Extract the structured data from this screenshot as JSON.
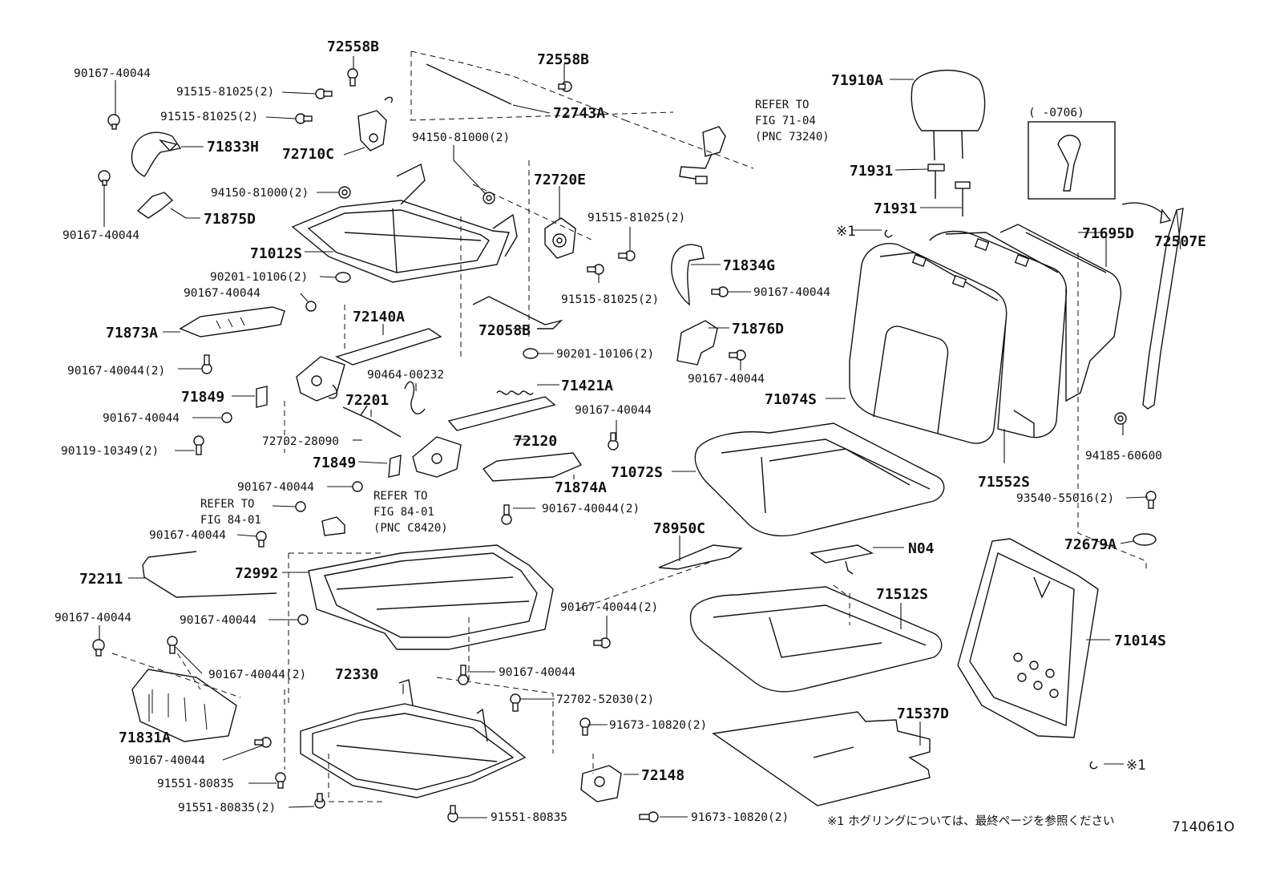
{
  "labels": {
    "p72558B_a": "72558B",
    "p72558B_b": "72558B",
    "p90167_40044_a": "90167-40044",
    "p91515_81025_2_a": "91515-81025(2)",
    "p91515_81025_2_b": "91515-81025(2)",
    "p71833H": "71833H",
    "p72710C": "72710C",
    "p72743A": "72743A",
    "p94150_81000_2_a": "94150-81000(2)",
    "p94150_81000_2_b": "94150-81000(2)",
    "p72720E": "72720E",
    "p71875D": "71875D",
    "p90167_40044_b": "90167-40044",
    "p71012S": "71012S",
    "p91515_81025_2_c": "91515-81025(2)",
    "p91515_81025_2_d": "91515-81025(2)",
    "p90201_10106_2_a": "90201-10106(2)",
    "p90167_40044_c": "90167-40044",
    "p72140A": "72140A",
    "p71873A": "71873A",
    "p72058B": "72058B",
    "p90201_10106_2_b": "90201-10106(2)",
    "p90167_40044_2_a": "90167-40044(2)",
    "p90464_00232": "90464-00232",
    "p71421A": "71421A",
    "p71849_a": "71849",
    "p72201": "72201",
    "p90167_40044_d": "90167-40044",
    "p90167_40044_e": "90167-40044",
    "p72120": "72120",
    "p90119_10349_2": "90119-10349(2)",
    "p72702_28090": "72702-28090",
    "p71849_b": "71849",
    "p71874A": "71874A",
    "p90167_40044_f": "90167-40044",
    "p90167_40044_2_b": "90167-40044(2)",
    "p90167_40044_g": "90167-40044",
    "p72211": "72211",
    "p72992": "72992",
    "p78950C": "78950C",
    "p90167_40044_h": "90167-40044",
    "p90167_40044_2_c": "90167-40044(2)",
    "p90167_40044_i": "90167-40044",
    "p90167_40044_2_d": "90167-40044(2)",
    "p90167_40044_j": "90167-40044",
    "p72330": "72330",
    "p72702_52030_2": "72702-52030(2)",
    "p71831A": "71831A",
    "p91673_10820_2_a": "91673-10820(2)",
    "p90167_40044_k": "90167-40044",
    "p72148": "72148",
    "p91551_80835_a": "91551-80835",
    "p91551_80835_2": "91551-80835(2)",
    "p91551_80835_b": "91551-80835",
    "p91673_10820_2_b": "91673-10820(2)",
    "p71910A": "71910A",
    "p71931_a": "71931",
    "p71931_b": "71931",
    "p71834G": "71834G",
    "p90167_40044_l": "90167-40044",
    "p71876D": "71876D",
    "p90167_40044_m": "90167-40044",
    "p71695D": "71695D",
    "p72507E": "72507E",
    "p71074S": "71074S",
    "p71072S": "71072S",
    "p71552S": "71552S",
    "p94185_60600": "94185-60600",
    "p93540_55016_2": "93540-55016(2)",
    "p72679A": "72679A",
    "pN04": "N04",
    "p71512S": "71512S",
    "p71014S": "71014S",
    "p71537D": "71537D",
    "note_mark_a": "※1",
    "note_mark_b": "※1",
    "range_label": "(      -0706)"
  },
  "refers": {
    "r1_line1": "REFER TO",
    "r1_line2": "FIG 71-04",
    "r1_line3": "(PNC 73240)",
    "r2_line1": "REFER TO",
    "r2_line2": "FIG 84-01",
    "r2_line3": "(PNC C8420)",
    "r3_line1": "REFER TO",
    "r3_line2": "FIG 84-01"
  },
  "footer": {
    "note": "※1  ホグリングについては、最終ページを参照ください",
    "figure_id": "714061O"
  }
}
